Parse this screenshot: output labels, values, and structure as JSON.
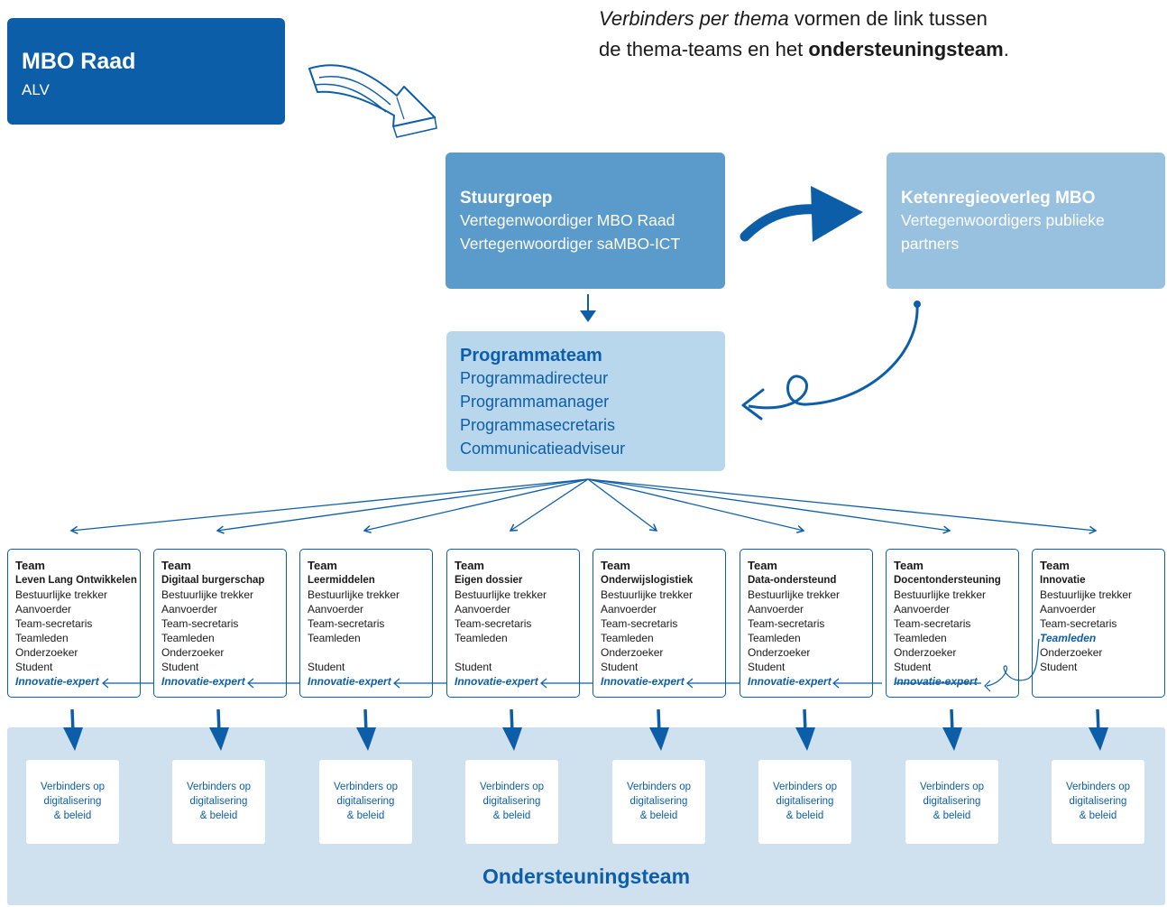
{
  "mbo": {
    "title": "MBO Raad",
    "subtitle": "ALV"
  },
  "intro": {
    "italic": "Verbinders per thema",
    "text1": " vormen de link tussen",
    "text2": "de thema-teams en het ",
    "bold": "ondersteuningsteam",
    "end": "."
  },
  "stuurgroep": {
    "title": "Stuurgroep",
    "lines": [
      "Vertegenwoordiger MBO Raad",
      "Vertegenwoordiger saMBO-ICT"
    ]
  },
  "ketenregie": {
    "title": "Ketenregieoverleg MBO",
    "lines": [
      "Vertegenwoordigers publieke",
      "partners"
    ]
  },
  "programmateam": {
    "title": "Programmateam",
    "lines": [
      "Programmadirecteur",
      "Programmamanager",
      "Programmasecretaris",
      "Communicatieadviseur"
    ]
  },
  "teams": [
    {
      "label": "Team",
      "name": "Leven Lang Ontwikkelen",
      "r1": "Bestuurlijke trekker",
      "r2": "Aanvoerder",
      "r3": "Team-secretaris",
      "r4": "Teamleden",
      "r5": "Onderzoeker",
      "r6": "Student",
      "r7": "Innovatie-expert"
    },
    {
      "label": "Team",
      "name": "Digitaal burgerschap",
      "r1": "Bestuurlijke trekker",
      "r2": "Aanvoerder",
      "r3": "Team-secretaris",
      "r4": "Teamleden",
      "r5": "Onderzoeker",
      "r6": "Student",
      "r7": "Innovatie-expert"
    },
    {
      "label": "Team",
      "name": "Leermiddelen",
      "r1": "Bestuurlijke trekker",
      "r2": "Aanvoerder",
      "r3": "Team-secretaris",
      "r4": "Teamleden",
      "r5": "",
      "r6": "Student",
      "r7": "Innovatie-expert"
    },
    {
      "label": "Team",
      "name": "Eigen dossier",
      "r1": "Bestuurlijke trekker",
      "r2": "Aanvoerder",
      "r3": "Team-secretaris",
      "r4": "Teamleden",
      "r5": "",
      "r6": "Student",
      "r7": "Innovatie-expert"
    },
    {
      "label": "Team",
      "name": "Onderwijslogistiek",
      "r1": "Bestuurlijke trekker",
      "r2": "Aanvoerder",
      "r3": "Team-secretaris",
      "r4": "Teamleden",
      "r5": "Onderzoeker",
      "r6": "Student",
      "r7": "Innovatie-expert"
    },
    {
      "label": "Team",
      "name": "Data-ondersteund",
      "r1": "Bestuurlijke trekker",
      "r2": "Aanvoerder",
      "r3": "Team-secretaris",
      "r4": "Teamleden",
      "r5": "Onderzoeker",
      "r6": "Student",
      "r7": "Innovatie-expert"
    },
    {
      "label": "Team",
      "name": "Docentondersteuning",
      "r1": "Bestuurlijke trekker",
      "r2": "Aanvoerder",
      "r3": "Team-secretaris",
      "r4": "Teamleden",
      "r5": "Onderzoeker",
      "r6": "Student",
      "r7": "Innovatie-expert"
    },
    {
      "label": "Team",
      "name": "Innovatie",
      "r1": "Bestuurlijke trekker",
      "r2": "Aanvoerder",
      "r3": "Team-secretaris",
      "r4": "Teamleden",
      "r5": "Onderzoeker",
      "r6": "Student",
      "r7": ""
    }
  ],
  "verbinder": "Verbinders op\ndigitalisering\n& beleid",
  "ondersteuningsteam": "Ondersteuningsteam",
  "colors": {
    "dark": "#0d5ea8",
    "mid": "#5a9bcc",
    "light": "#98c1e0",
    "pale": "#b8d6ec",
    "band": "#cfe0ee"
  }
}
